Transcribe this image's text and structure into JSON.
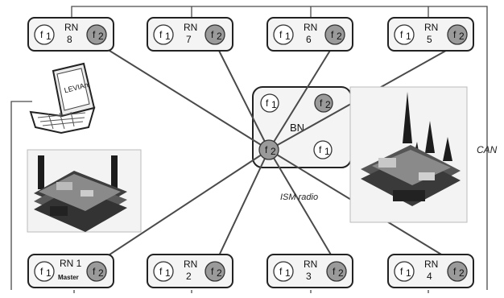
{
  "nodes": {
    "top": [
      {
        "name": "RN",
        "num": "8"
      },
      {
        "name": "RN",
        "num": "7"
      },
      {
        "name": "RN",
        "num": "6"
      },
      {
        "name": "RN",
        "num": "5"
      }
    ],
    "bottom": [
      {
        "name": "RN 1",
        "num": "Master"
      },
      {
        "name": "RN",
        "num": "2"
      },
      {
        "name": "RN",
        "num": "3"
      },
      {
        "name": "RN",
        "num": "4"
      }
    ],
    "base": {
      "name": "BN"
    }
  },
  "freq": {
    "f1": "f1",
    "f2": "f2",
    "f1_main": "f",
    "f1_sub": "1",
    "f2_main": "f",
    "f2_sub": "2"
  },
  "labels": {
    "can": "CAN",
    "ism": "ISM radio",
    "laptop": "LEVIAn"
  },
  "colors": {
    "line": "#4a4a4a",
    "node_fill": "#f4f4f4",
    "f2_fill": "#9a9a9a",
    "f1_fill": "#ffffff"
  }
}
